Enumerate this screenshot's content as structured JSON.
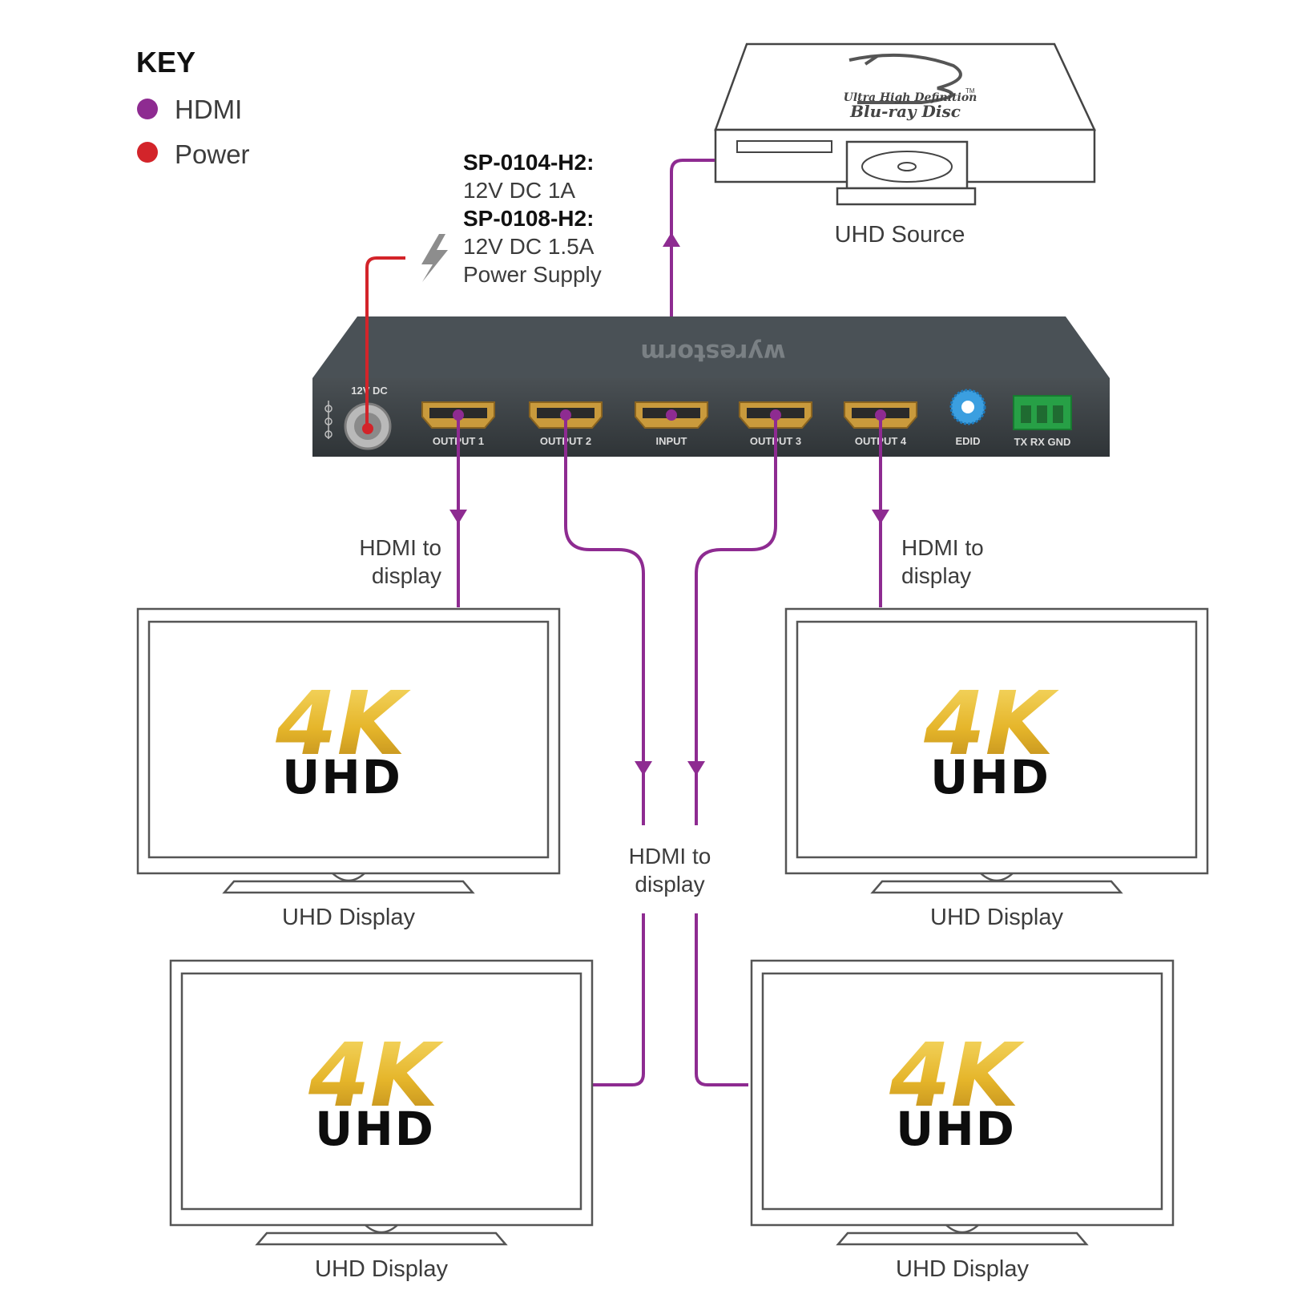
{
  "key": {
    "title": "KEY",
    "items": [
      {
        "label": "HDMI",
        "color": "#8e2b91"
      },
      {
        "label": "Power",
        "color": "#d3242a"
      }
    ]
  },
  "power_note": {
    "model1": "SP-0104-H2:",
    "spec1": "12V DC 1A",
    "model2": "SP-0108-H2:",
    "spec2": "12V DC 1.5A",
    "supply": "Power Supply"
  },
  "source": {
    "label": "UHD Source",
    "logo_line1": "Ultra High Definition",
    "logo_line2": "Blu-ray Disc",
    "logo_tm": "TM"
  },
  "splitter": {
    "brand": "wyrestorm",
    "power_port_label": "12V DC",
    "ports": [
      {
        "label": "OUTPUT 1"
      },
      {
        "label": "OUTPUT 2"
      },
      {
        "label": "INPUT"
      },
      {
        "label": "OUTPUT 3"
      },
      {
        "label": "OUTPUT 4"
      }
    ],
    "edid_label": "EDID",
    "serial_label": "TX  RX GND"
  },
  "hdmi_labels": {
    "left": [
      "HDMI to",
      "display"
    ],
    "right": [
      "HDMI to",
      "display"
    ],
    "center": [
      "HDMI to",
      "display"
    ]
  },
  "displays": [
    {
      "label": "UHD Display",
      "badge_top": "4K",
      "badge_bottom": "UHD"
    },
    {
      "label": "UHD Display",
      "badge_top": "4K",
      "badge_bottom": "UHD"
    },
    {
      "label": "UHD Display",
      "badge_top": "4K",
      "badge_bottom": "UHD"
    },
    {
      "label": "UHD Display",
      "badge_top": "4K",
      "badge_bottom": "UHD"
    }
  ],
  "colors": {
    "hdmi": "#8e2b91",
    "power": "#d3242a",
    "device": "#3a3f43",
    "gold": "#e5b52a"
  }
}
